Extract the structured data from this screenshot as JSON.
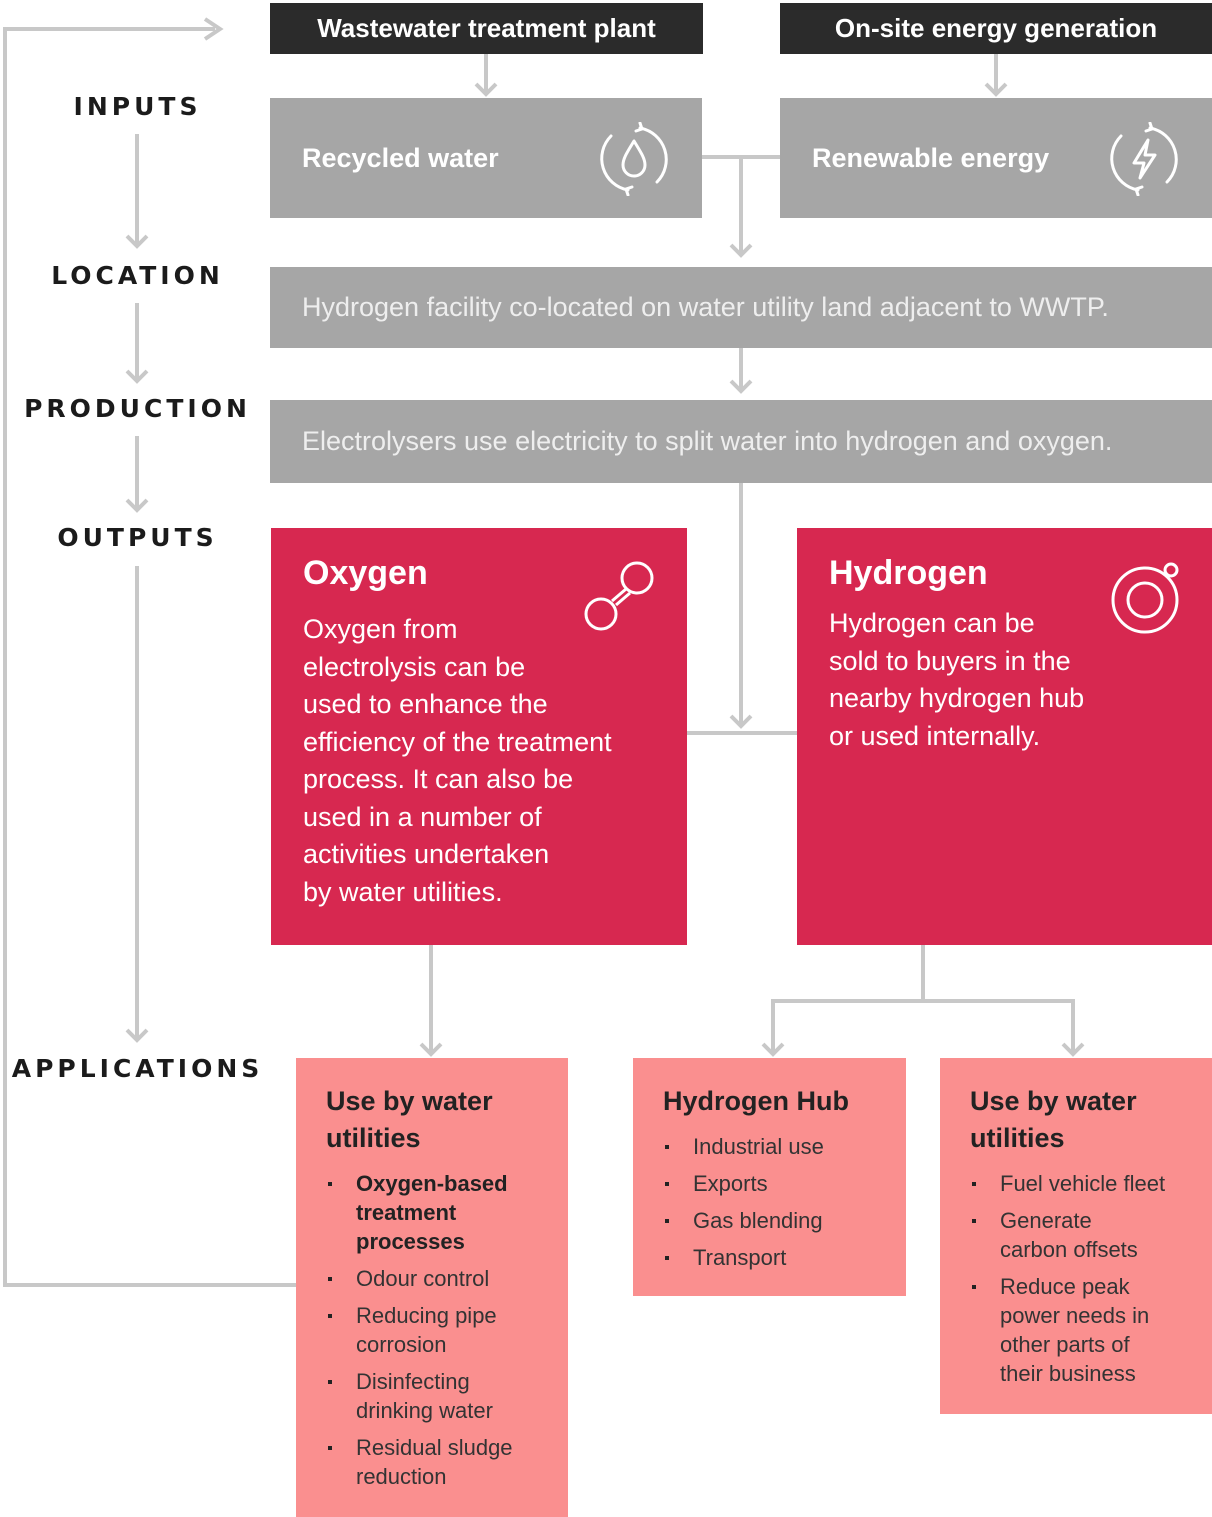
{
  "sources": {
    "wastewater_plant": "Wastewater treatment plant",
    "onsite_energy": "On-site energy generation"
  },
  "stages": {
    "inputs": "INPUTS",
    "location": "LOCATION",
    "production": "PRODUCTION",
    "outputs": "OUTPUTS",
    "applications": "APPLICATIONS"
  },
  "inputs": {
    "recycled_water": {
      "label": "Recycled water",
      "icon": "recycled-water-drop-icon"
    },
    "renewable_energy": {
      "label": "Renewable energy",
      "icon": "renewable-energy-bolt-icon"
    }
  },
  "location": {
    "text": "Hydrogen facility co-located on water utility land adjacent to WWTP."
  },
  "production": {
    "text": "Electrolysers use electricity to split water into hydrogen and oxygen."
  },
  "outputs": {
    "oxygen": {
      "title": "Oxygen",
      "icon": "oxygen-molecule-icon",
      "lines": [
        "Oxygen from",
        "electrolysis can be",
        "used to enhance the",
        "efficiency of the treatment",
        "process. It can also be",
        "used in a number of",
        "activities undertaken",
        "by water utilities."
      ]
    },
    "hydrogen": {
      "title": "Hydrogen",
      "icon": "hydrogen-atom-icon",
      "lines": [
        "Hydrogen can be",
        "sold to buyers in the",
        "nearby hydrogen hub",
        "or used internally."
      ]
    }
  },
  "applications": {
    "oxygen_use": {
      "title_lines": [
        "Use by water",
        "utilities"
      ],
      "items": [
        {
          "lines": [
            "Oxygen-based",
            "treatment",
            "processes"
          ],
          "bold": true
        },
        {
          "lines": [
            "Odour control"
          ]
        },
        {
          "lines": [
            "Reducing pipe",
            "corrosion"
          ]
        },
        {
          "lines": [
            "Disinfecting",
            "drinking water"
          ]
        },
        {
          "lines": [
            "Residual sludge",
            "reduction"
          ]
        }
      ]
    },
    "hydrogen_hub": {
      "title_lines": [
        "Hydrogen Hub"
      ],
      "items": [
        {
          "lines": [
            "Industrial use"
          ]
        },
        {
          "lines": [
            "Exports"
          ]
        },
        {
          "lines": [
            "Gas blending"
          ]
        },
        {
          "lines": [
            "Transport"
          ]
        }
      ]
    },
    "hydrogen_use": {
      "title_lines": [
        "Use by water",
        "utilities"
      ],
      "items": [
        {
          "lines": [
            "Fuel vehicle fleet"
          ]
        },
        {
          "lines": [
            "Generate",
            "carbon offsets"
          ]
        },
        {
          "lines": [
            "Reduce peak",
            "power needs in",
            "other parts of",
            "their business"
          ]
        }
      ]
    }
  },
  "colors": {
    "dark": "#2b2b2b",
    "grey": "#a6a6a6",
    "red": "#d72850",
    "pink": "#fa8f8f",
    "connector": "#c8c8c8"
  }
}
